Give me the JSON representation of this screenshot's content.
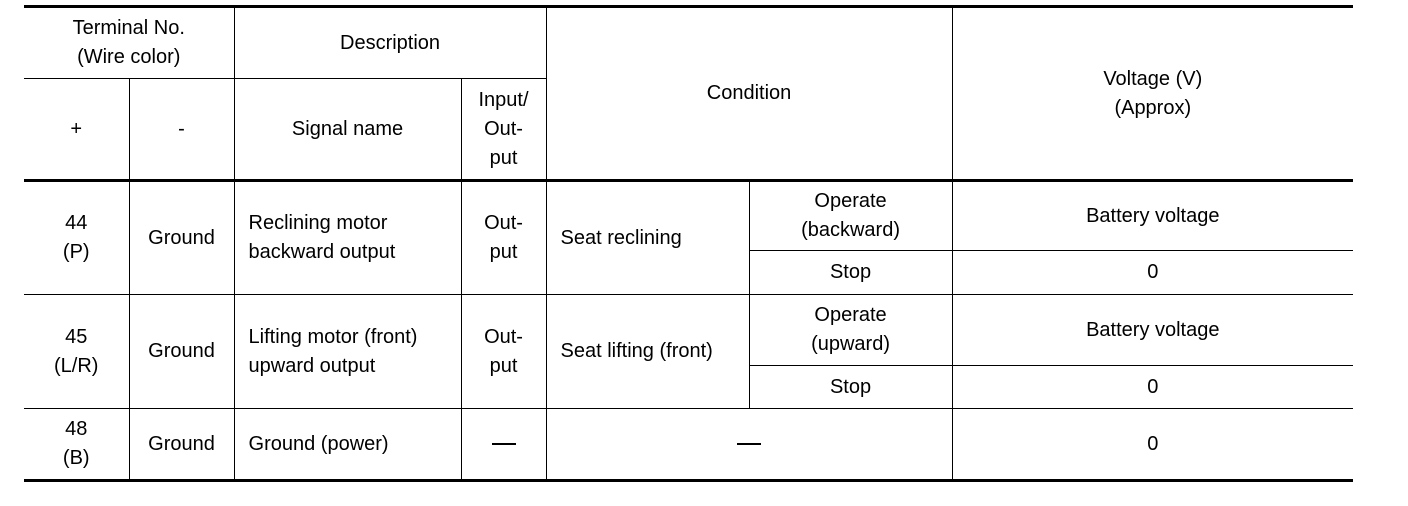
{
  "table": {
    "header": {
      "terminal_no": "Terminal No.\n(Wire color)",
      "description": "Description",
      "condition": "Condition",
      "voltage": "Voltage (V)\n(Approx)",
      "plus": "+",
      "minus": "-",
      "signal_name": "Signal name",
      "input_output": "Input/\nOut-\nput"
    },
    "rows": [
      {
        "plus": "44\n(P)",
        "minus": "Ground",
        "signal_name": "Reclining motor\nbackward output",
        "io": "Out-\nput",
        "condition": "Seat reclining",
        "states": [
          {
            "state": "Operate\n(backward)",
            "voltage": "Battery voltage"
          },
          {
            "state": "Stop",
            "voltage": "0"
          }
        ]
      },
      {
        "plus": "45\n(L/R)",
        "minus": "Ground",
        "signal_name": "Lifting motor (front)\nupward output",
        "io": "Out-\nput",
        "condition": "Seat lifting (front)",
        "states": [
          {
            "state": "Operate\n(upward)",
            "voltage": "Battery voltage"
          },
          {
            "state": "Stop",
            "voltage": "0"
          }
        ]
      },
      {
        "plus": "48\n(B)",
        "minus": "Ground",
        "signal_name": "Ground (power)",
        "io_icon": "em-dash",
        "condition_icon": "em-dash",
        "voltage": "0"
      }
    ]
  }
}
